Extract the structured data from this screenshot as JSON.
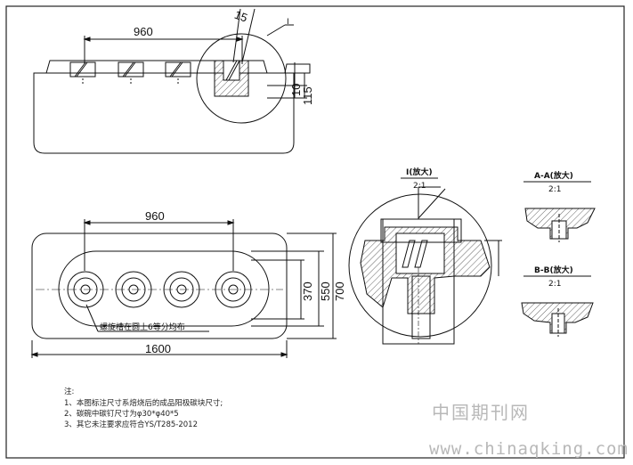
{
  "top_view": {
    "dim_960": "960",
    "dim_15": "15",
    "dim_10": "10",
    "dim_115": "115",
    "detail_label": "I"
  },
  "plan_view": {
    "dim_960": "960",
    "dim_1600": "1600",
    "dim_370": "370",
    "dim_550": "550",
    "dim_700": "700",
    "callout": "螺旋槽在圆上6等分均布"
  },
  "detail_view": {
    "title": "I(放大)",
    "scale": "2:1"
  },
  "section_aa": {
    "title": "A-A(放大)",
    "scale": "2:1"
  },
  "section_bb": {
    "title": "B-B(放大)",
    "scale": "2:1"
  },
  "notes": {
    "heading": "注:",
    "line1": "1、本图标注尺寸系焙烧后的成品阳极碳块尺寸;",
    "line2": "2、碳碗中碳钉尺寸为φ30*φ40*5",
    "line3": "3、其它未注要求应符合YS/T285-2012"
  },
  "watermark": {
    "site_cn": "中国期刊网",
    "url": "www.chinaqking.com"
  }
}
